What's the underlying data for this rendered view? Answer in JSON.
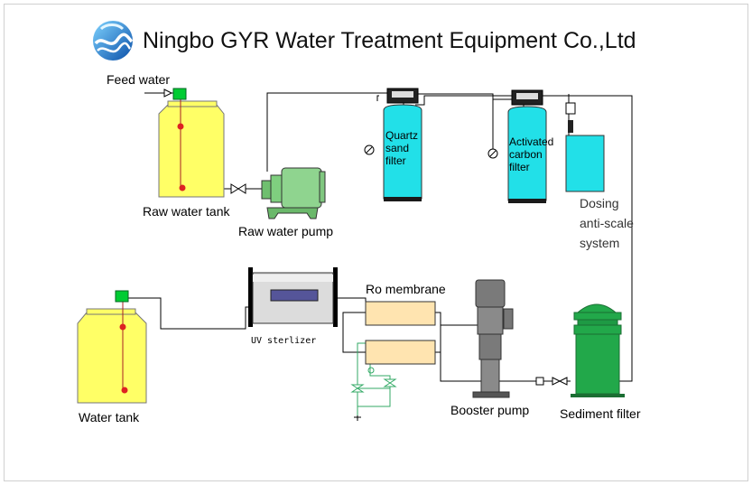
{
  "header": {
    "company": "Ningbo GYR Water Treatment Equipment Co.,Ltd",
    "logo_icon": "water-wave-logo-icon"
  },
  "labels": {
    "feed_water": "Feed water",
    "raw_water_tank": "Raw water tank",
    "raw_water_pump": "Raw water pump",
    "quartz_sand_filter": "Quartz sand filter",
    "activated_carbon_filter": "Activated carbon filter",
    "dosing_anti_scale": "Dosing anti-scale system",
    "ro_membrane": "Ro membrane",
    "uv_sterilizer": "UV sterlizer",
    "water_tank": "Water tank",
    "booster_pump": "Booster pump",
    "sediment_filter": "Sediment filter"
  },
  "colors": {
    "tank_yellow": "#ffff66",
    "filter_cyan": "#22e0e8",
    "pump_green": "#8fd48f",
    "sediment_green": "#22a84a",
    "membrane_beige": "#ffe4b0",
    "control_green": "#00cc33",
    "valve_green": "#33aa66"
  }
}
